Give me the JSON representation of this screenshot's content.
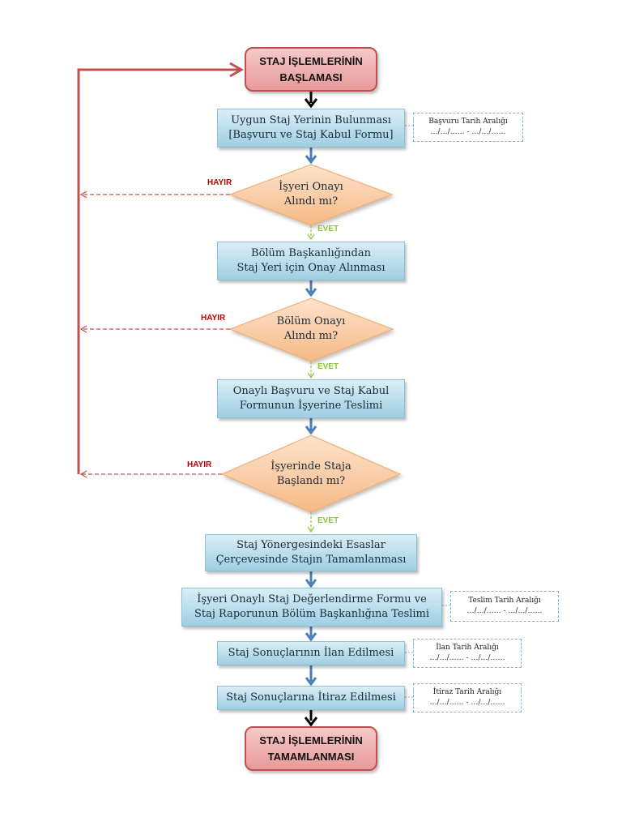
{
  "start": {
    "line1": "STAJ İŞLEMLERİNİN",
    "line2": "BAŞLAMASI"
  },
  "steps": [
    {
      "line1": "Uygun Staj Yerinin Bulunması",
      "line2": "[Başvuru ve Staj Kabul Formu]"
    },
    {
      "line1": "Bölüm Başkanlığından",
      "line2": "Staj Yeri için Onay Alınması"
    },
    {
      "line1": "Onaylı Başvuru ve Staj Kabul",
      "line2": "Formunun İşyerine Teslimi"
    },
    {
      "line1": "Staj Yönergesindeki Esaslar",
      "line2": "Çerçevesinde Stajın Tamamlanması"
    },
    {
      "line1": "İşyeri Onaylı Staj Değerlendirme Formu ve",
      "line2": "Staj Raporunun  Bölüm Başkanlığına Teslimi"
    },
    {
      "line1": "Staj Sonuçlarının İlan Edilmesi"
    },
    {
      "line1": "Staj Sonuçlarına İtiraz Edilmesi"
    }
  ],
  "decisions": [
    {
      "line1": "İşyeri Onayı",
      "line2": "Alındı mı?"
    },
    {
      "line1": "Bölüm Onayı",
      "line2": "Alındı mı?"
    },
    {
      "line1": "İşyerinde Staja",
      "line2": "Başlandı mı?"
    }
  ],
  "end": {
    "line1": "STAJ İŞLEMLERİNİN",
    "line2": "TAMAMLANMASI"
  },
  "labels": {
    "no": "HAYIR",
    "yes": "EVET"
  },
  "date_boxes": [
    {
      "title": "Başvuru Tarih Aralığı",
      "value": "…/…/…… - …/…/……"
    },
    {
      "title": "Teslim Tarih Aralığı",
      "value": "…/…/…… - …/…/……"
    },
    {
      "title": "İlan Tarih Aralığı",
      "value": "…/…/…… - …/…/……"
    },
    {
      "title": "İtiraz Tarih Aralığı",
      "value": "…/…/…… - …/…/……"
    }
  ],
  "colors": {
    "loop_line": "#c0504d",
    "no_line": "#c0504d",
    "yes_arrow": "#8cc63f",
    "flow_arrow": "#4a7ebb",
    "terminal_arrow": "#000000"
  }
}
